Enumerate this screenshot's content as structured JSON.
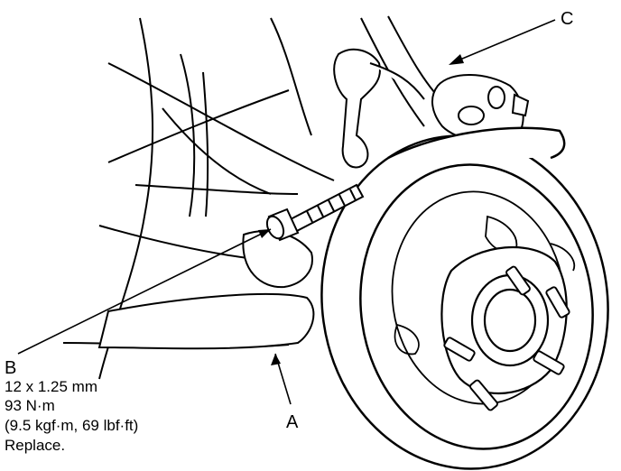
{
  "callouts": {
    "a": "A",
    "b": "B",
    "c": "C"
  },
  "spec_b": {
    "size": "12 x 1.25 mm",
    "torque_nm": "93 N·m",
    "torque_alt": "(9.5 kgf·m, 69 lbf·ft)",
    "note": "Replace."
  }
}
